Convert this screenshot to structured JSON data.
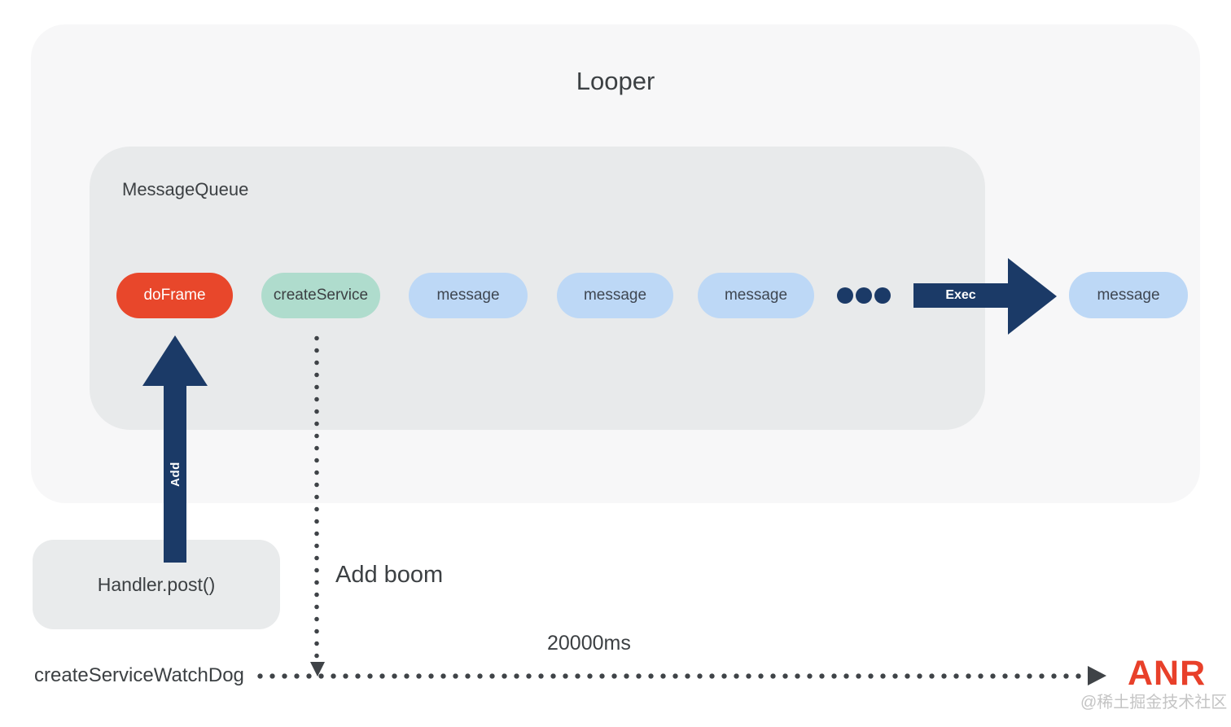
{
  "looper": {
    "title": "Looper"
  },
  "message_queue": {
    "label": "MessageQueue",
    "pills": [
      {
        "label": "doFrame"
      },
      {
        "label": "createService"
      },
      {
        "label": "message"
      },
      {
        "label": "message"
      },
      {
        "label": "message"
      }
    ],
    "exec_arrow_label": "Exec"
  },
  "output_pill": {
    "label": "message"
  },
  "add_arrow_label": "Add",
  "handler_box_label": "Handler.post()",
  "add_boom_label": "Add boom",
  "watchdog_label": "createServiceWatchDog",
  "timeout_label": "20000ms",
  "anr_label": "ANR",
  "watermark": "@稀土掘金技术社区",
  "colors": {
    "do_frame_orange": "#E8472B",
    "create_service_teal": "#AFDCCD",
    "message_blue": "#BDD8F6",
    "arrow_navy": "#1B3A67",
    "anr_red": "#E8402A",
    "looper_bg": "#F7F7F8",
    "queue_bg": "#E8EAEB"
  }
}
